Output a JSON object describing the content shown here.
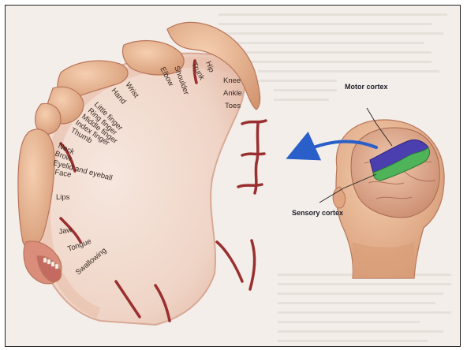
{
  "figure": {
    "kind": "motor-homunculus-illustration",
    "body_part_labels": [
      "Hip",
      "Trunk",
      "Shoulder",
      "Elbow",
      "Wrist",
      "Hand",
      "Little finger",
      "Ring finger",
      "Middle finger",
      "Index finger",
      "Thumb",
      "Neck",
      "Brow",
      "Eyelid and eyeball",
      "Face",
      "Lips",
      "Jaw",
      "Tongue",
      "Swallowing",
      "Knee",
      "Ankle",
      "Toes"
    ],
    "head_callouts": {
      "motor": "Motor cortex",
      "sensory": "Sensory cortex"
    },
    "colors": {
      "tissue": "#f2dcd0",
      "tissue_edge": "#d9a896",
      "sulcus": "#9a2f2f",
      "skin": "#e9b894",
      "motor_strip": "#4b3fb0",
      "sensory_strip": "#4fb35a",
      "arrow": "#2a5fc9"
    }
  }
}
